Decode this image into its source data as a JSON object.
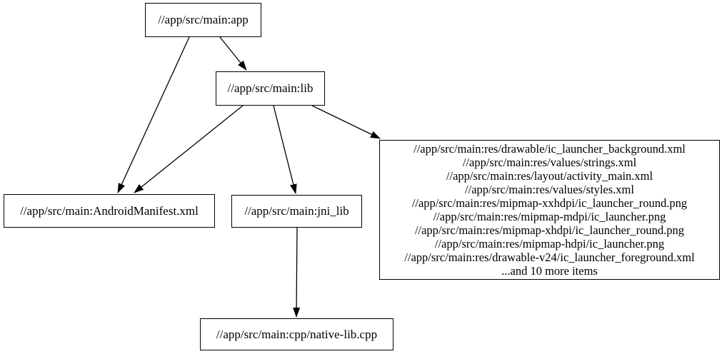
{
  "diagram": {
    "background_color": "#ffffff",
    "stroke_color": "#000000",
    "nodes": {
      "app": {
        "label": "//app/src/main:app"
      },
      "lib": {
        "label": "//app/src/main:lib"
      },
      "manifest": {
        "label": "//app/src/main:AndroidManifest.xml"
      },
      "jni_lib": {
        "label": "//app/src/main:jni_lib"
      },
      "native_lib": {
        "label": "//app/src/main:cpp/native-lib.cpp"
      },
      "resources": {
        "lines": [
          "//app/src/main:res/drawable/ic_launcher_background.xml",
          "//app/src/main:res/values/strings.xml",
          "//app/src/main:res/layout/activity_main.xml",
          "//app/src/main:res/values/styles.xml",
          "//app/src/main:res/mipmap-xxhdpi/ic_launcher_round.png",
          "//app/src/main:res/mipmap-mdpi/ic_launcher.png",
          "//app/src/main:res/mipmap-xhdpi/ic_launcher_round.png",
          "//app/src/main:res/mipmap-hdpi/ic_launcher.png",
          "//app/src/main:res/drawable-v24/ic_launcher_foreground.xml",
          "...and 10 more items"
        ]
      }
    },
    "edges": [
      {
        "from": "app",
        "to": "manifest"
      },
      {
        "from": "app",
        "to": "lib"
      },
      {
        "from": "lib",
        "to": "manifest"
      },
      {
        "from": "lib",
        "to": "jni_lib"
      },
      {
        "from": "lib",
        "to": "resources"
      },
      {
        "from": "jni_lib",
        "to": "native_lib"
      }
    ]
  }
}
